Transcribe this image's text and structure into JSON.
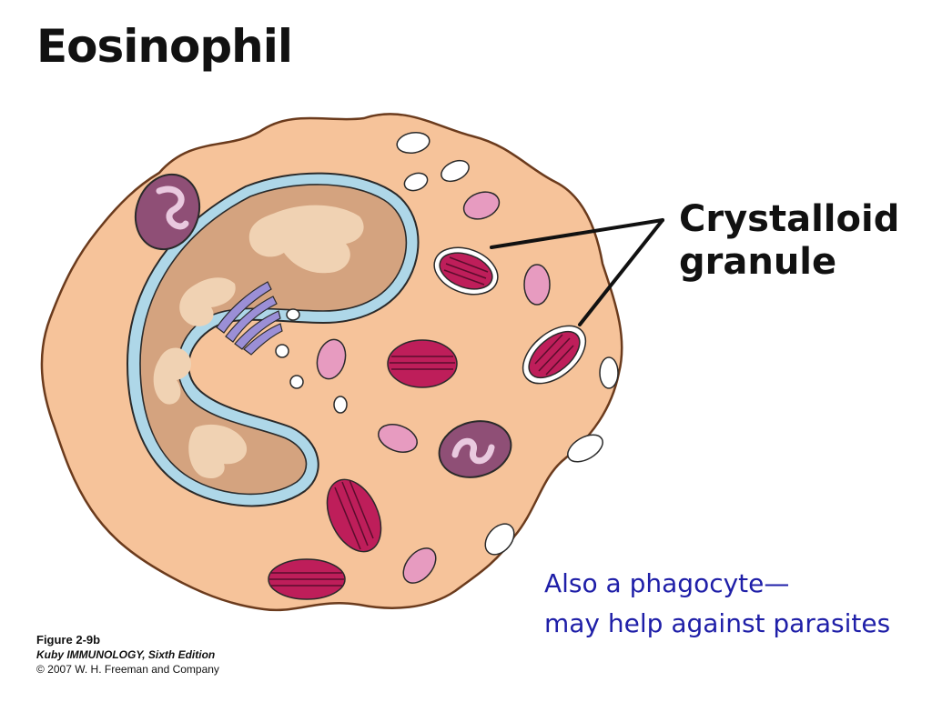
{
  "title": "Eosinophil",
  "label": {
    "line1": "Crystalloid",
    "line2": "granule"
  },
  "note": {
    "line1": "Also a phagocyte—",
    "line2": "may help against parasites"
  },
  "caption": {
    "figure": "Figure 2-9b",
    "book": "Kuby IMMUNOLOGY, Sixth Edition",
    "copyright": "© 2007 W. H. Freeman and Company"
  },
  "colors": {
    "cytoplasm": "#f6c39a",
    "cytoplasm_outline": "#6b3b1d",
    "nucleus_envelope": "#aed7e8",
    "nucleus": "#d4a37f",
    "chromatin": "#f0d2b3",
    "granule_crystalloid": "#be1e5a",
    "granule_pink": "#e79bc0",
    "mitochondria": "#8f4f76",
    "golgi": "#9b8fd6",
    "vacuole": "#ffffff",
    "note_text": "#1f1fa8"
  }
}
